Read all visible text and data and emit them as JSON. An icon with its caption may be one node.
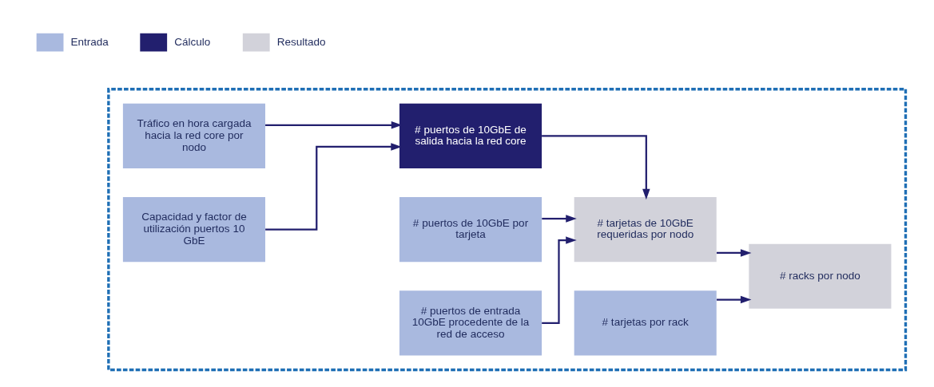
{
  "diagram": {
    "nodes": [
      {
        "text": [],
        "shape": "box"
      },
      {
        "text": [
          "Tráfico en hora cargada hacia la red core por nodo"
        ],
        "in": 0
      },
      {
        "text": [
          "Capacidad y factor de utilización puertos 10 GbE"
        ],
        "in": 0
      },
      {
        "text": [
          "# puertos de 10GbE de salida hacia la red core"
        ],
        "in": 0
      },
      {
        "text": [
          "# puertos de 10GbE por tarjeta"
        ],
        "in": 0
      },
      {
        "text": [
          "# puertos de entrada 10GbE procedente de la red de acceso"
        ],
        "in": 0
      },
      {
        "text": [
          "# tarjetas de 10GbE requeridas por nodo"
        ],
        "in": 0
      },
      {
        "text": [
          "# tarjetas por rack"
        ],
        "in": 0
      },
      {
        "text": [
          "# racks por nodo"
        ],
        "in": 0
      }
    ],
    "edges": [
      {
        "from": 1,
        "to": 3,
        "arrow": "to"
      },
      {
        "from": 2,
        "to": 3,
        "arrow": "to"
      },
      {
        "from": 3,
        "to": 6,
        "arrow": "to"
      },
      {
        "from": 4,
        "to": 6,
        "arrow": "to"
      },
      {
        "from": 5,
        "to": 6,
        "arrow": "to"
      },
      {
        "from": 6,
        "to": 8,
        "arrow": "to"
      },
      {
        "from": 7,
        "to": 8,
        "arrow": "to"
      }
    ],
    "legend": [
      {
        "text": "Entrada",
        "color": "#a9b9df"
      },
      {
        "text": "Cálculo",
        "color": "#221f6e"
      },
      {
        "text": "Resultado",
        "color": "#d2d2da"
      }
    ]
  }
}
